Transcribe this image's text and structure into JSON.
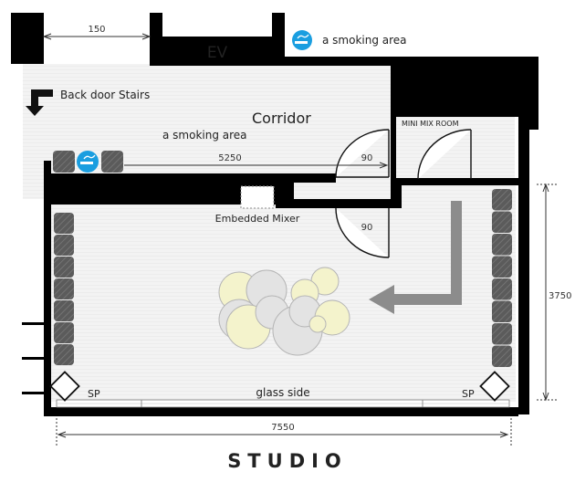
{
  "labels": {
    "ev": "EV",
    "smoking_top": "a smoking area",
    "back_door": "Back door Stairs",
    "corridor": "Corridor",
    "smoking_corridor": "a smoking area",
    "mini_mix": "MINI MIX ROOM",
    "embedded_mixer": "Embedded Mixer",
    "glass_side": "glass side",
    "sp_left": "SP",
    "sp_right": "SP",
    "title": "STUDIO"
  },
  "dimensions": {
    "top_width": "150",
    "corridor_length": "5250",
    "door_corridor": "90",
    "door_studio": "90",
    "studio_height": "3750",
    "studio_width": "7550"
  },
  "icons": {
    "smoking": "smoking-icon",
    "arrow_back_door": "arrow-down-left-icon",
    "arrow_flow": "arrow-left-icon"
  },
  "colors": {
    "wall": "#000000",
    "floor": "#f1f1f1",
    "smoking_badge": "#1a9ee0",
    "acoustic_panel": "#555555",
    "arrow": "#8c8c8c",
    "circle_yellow": "#f4f3cc",
    "circle_grey": "#e3e3e3"
  }
}
